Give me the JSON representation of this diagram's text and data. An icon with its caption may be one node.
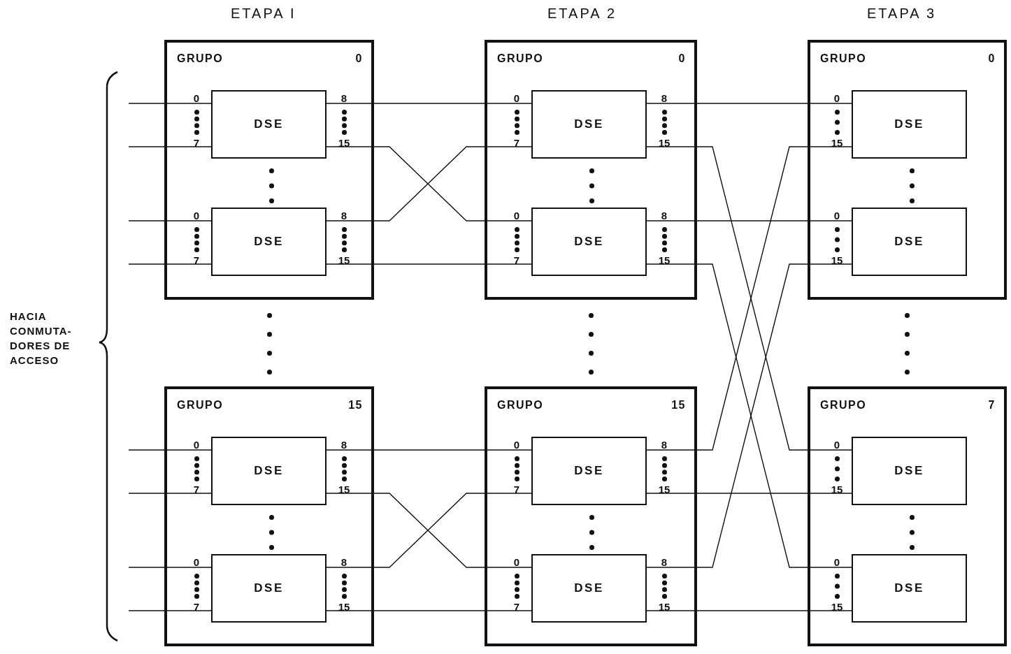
{
  "diagram": {
    "nodes": [
      {
        "text": [
          "GRUPO",
          "0"
        ]
      },
      {
        "text": [
          "DSE"
        ],
        "in": 0,
        "beside": [
          "0",
          "7",
          "8",
          "15"
        ]
      },
      {
        "text": [
          "DSE"
        ],
        "in": 0,
        "beside": [
          "0",
          "7",
          "8",
          "15"
        ]
      },
      {
        "text": [
          "GRUPO",
          "0"
        ]
      },
      {
        "text": [
          "DSE"
        ],
        "in": 3,
        "beside": [
          "0",
          "7",
          "8",
          "15"
        ]
      },
      {
        "text": [
          "DSE"
        ],
        "in": 3,
        "beside": [
          "0",
          "7",
          "8",
          "15"
        ]
      },
      {
        "text": [
          "GRUPO",
          "0"
        ]
      },
      {
        "text": [
          "DSE"
        ],
        "in": 6,
        "beside": [
          "0",
          "15"
        ]
      },
      {
        "text": [
          "DSE"
        ],
        "in": 6,
        "beside": [
          "0",
          "15"
        ]
      },
      {
        "text": [
          "GRUPO",
          "15"
        ]
      },
      {
        "text": [
          "DSE"
        ],
        "in": 9,
        "beside": [
          "0",
          "7",
          "8",
          "15"
        ]
      },
      {
        "text": [
          "DSE"
        ],
        "in": 9,
        "beside": [
          "0",
          "7",
          "8",
          "15"
        ]
      },
      {
        "text": [
          "GRUPO",
          "15"
        ]
      },
      {
        "text": [
          "DSE"
        ],
        "in": 12,
        "beside": [
          "0",
          "7",
          "8",
          "15"
        ]
      },
      {
        "text": [
          "DSE"
        ],
        "in": 12,
        "beside": [
          "0",
          "7",
          "8",
          "15"
        ]
      },
      {
        "text": [
          "GRUPO",
          "7"
        ]
      },
      {
        "text": [
          "DSE"
        ],
        "in": 15,
        "beside": [
          "0",
          "15"
        ]
      },
      {
        "text": [
          "DSE"
        ],
        "in": 15,
        "beside": [
          "0",
          "15"
        ]
      }
    ],
    "edges": [
      {
        "from": null,
        "to": 1,
        "arrow": "none"
      },
      {
        "from": null,
        "to": 1,
        "arrow": "none"
      },
      {
        "from": null,
        "to": 2,
        "arrow": "none"
      },
      {
        "from": null,
        "to": 2,
        "arrow": "none"
      },
      {
        "from": null,
        "to": 10,
        "arrow": "none"
      },
      {
        "from": null,
        "to": 10,
        "arrow": "none"
      },
      {
        "from": null,
        "to": 11,
        "arrow": "none"
      },
      {
        "from": null,
        "to": 11,
        "arrow": "none"
      },
      {
        "from": 1,
        "to": 4,
        "arrow": "none"
      },
      {
        "from": 1,
        "to": 5,
        "arrow": "none"
      },
      {
        "from": 2,
        "to": 4,
        "arrow": "none"
      },
      {
        "from": 2,
        "to": 5,
        "arrow": "none"
      },
      {
        "from": 10,
        "to": 13,
        "arrow": "none"
      },
      {
        "from": 10,
        "to": 14,
        "arrow": "none"
      },
      {
        "from": 11,
        "to": 13,
        "arrow": "none"
      },
      {
        "from": 11,
        "to": 14,
        "arrow": "none"
      },
      {
        "from": 4,
        "to": 7,
        "arrow": "none"
      },
      {
        "from": 4,
        "to": 16,
        "arrow": "none"
      },
      {
        "from": 5,
        "to": 8,
        "arrow": "none"
      },
      {
        "from": 5,
        "to": 17,
        "arrow": "none"
      },
      {
        "from": 13,
        "to": 7,
        "arrow": "none"
      },
      {
        "from": 13,
        "to": 16,
        "arrow": "none"
      },
      {
        "from": 14,
        "to": 8,
        "arrow": "none"
      },
      {
        "from": 14,
        "to": 17,
        "arrow": "none"
      }
    ],
    "labels": [
      "ETAPA I",
      "ETAPA 2",
      "ETAPA 3",
      "HACIA CONMUTA- DORES DE ACCESO"
    ]
  }
}
